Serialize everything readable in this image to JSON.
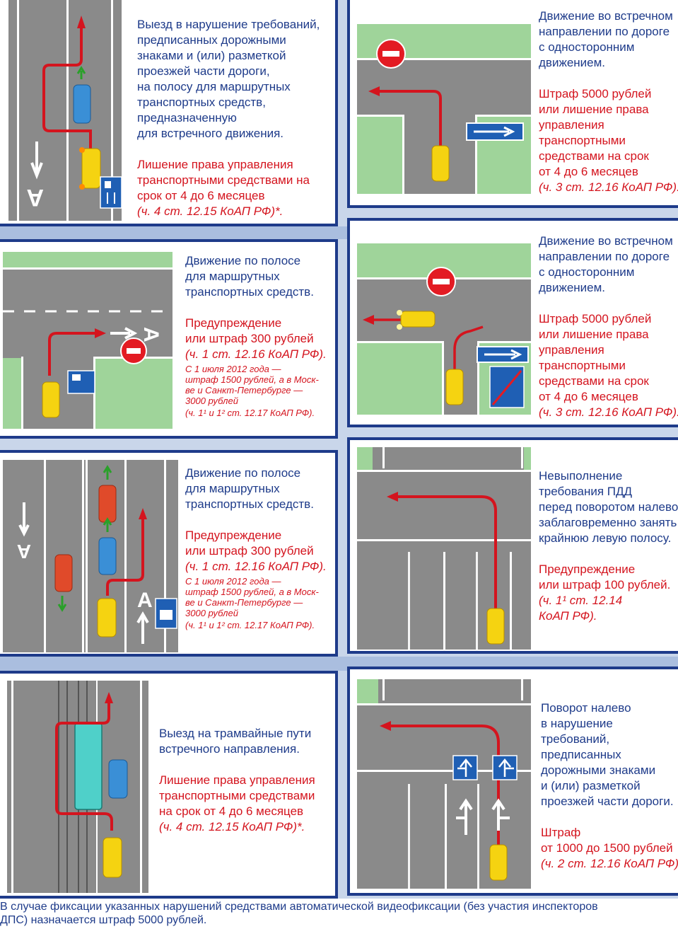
{
  "panels": {
    "p1": {
      "desc": "Выезд в нарушение требований,\nпредписанных дорожными\nзнаками и (или) разметкой\nпроезжей части дороги,\nна полосу для маршрутных\nтранспортных средств,\nпредназначенную\nдля встречного движения.",
      "penalty": "Лишение права управления\nтранспортными средствами на\nсрок от 4 до 6 месяцев",
      "law": "(ч. 4 ст. 12.15 КоАП РФ)*."
    },
    "p2": {
      "desc": "Движение во встречном\nнаправлении по дороге\nс односторонним\nдвижением.",
      "penalty": "Штраф 5000 рублей\nили лишение права\nуправления\nтранспортными\nсредствами на срок\nот 4 до 6 месяцев",
      "law": "(ч. 3 ст. 12.16 КоАП РФ)."
    },
    "p3": {
      "desc": "Движение по полосе\nдля маршрутных\nтранспортных средств.",
      "penalty": "Предупреждение\nили штраф 300 рублей",
      "law": "(ч. 1 ст. 12.16 КоАП РФ).",
      "note": "С 1 июля 2012 года —\nштраф 1500 рублей, а в Моск-\nве и Санкт-Петербурге —\n3000 рублей",
      "note_law": "(ч. 1¹ и 1² ст. 12.17 КоАП РФ)."
    },
    "p4": {
      "desc": "Движение во встречном\nнаправлении по дороге\nс односторонним\nдвижением.",
      "penalty": "Штраф 5000 рублей\nили лишение права\nуправления\nтранспортными\nсредствами на срок\nот 4 до 6 месяцев",
      "law": "(ч. 3 ст. 12.16 КоАП РФ)."
    },
    "p5": {
      "desc": "Движение по полосе\nдля маршрутных\nтранспортных средств.",
      "penalty": "Предупреждение\nили штраф 300 рублей",
      "law": "(ч. 1 ст. 12.16 КоАП РФ).",
      "note": "С 1 июля 2012 года —\nштраф 1500 рублей, а в Моск-\nве и Санкт-Петербурге —\n3000 рублей",
      "note_law": "(ч. 1¹ и 1² ст. 12.17 КоАП РФ)."
    },
    "p6": {
      "desc": "Невыполнение\nтребования ПДД\nперед поворотом налево\nзаблаговременно занять\nкрайнюю левую полосу.",
      "penalty": "Предупреждение\nили штраф 100 рублей.",
      "law": "(ч. 1¹ ст. 12.14\nКоАП РФ)."
    },
    "p7": {
      "desc": "Выезд на трамвайные пути\nвстречного направления.",
      "penalty": "Лишение права управления\nтранспортными средствами\nна срок от 4 до 6 месяцев",
      "law": "(ч. 4 ст. 12.15 КоАП РФ)*."
    },
    "p8": {
      "desc": "Поворот налево\nв нарушение\nтребований,\nпредписанных\nдорожными знаками\nи (или) разметкой\nпроезжей части дороги.",
      "penalty": "Штраф\nот 1000 до 1500 рублей",
      "law": "(ч. 2 ст. 12.16 КоАП РФ)."
    }
  },
  "footer": "В случае фиксации указанных нарушений средствами автоматической видеофиксации (без участия инспекторов\nДПС) назначается штраф 5000 рублей.",
  "colors": {
    "frame": "#1e3b8a",
    "text_blue": "#1e3b8a",
    "text_red": "#d4141e",
    "road": "#8a8a8a",
    "grass": "#9fd49a",
    "route": "#d4141e",
    "car_yellow": "#f5d311",
    "car_blue": "#3a8fd6",
    "car_red": "#e04a2a",
    "tram": "#4fd0c9"
  },
  "icons": [
    "no-entry-sign-icon",
    "one-way-sign-icon",
    "bus-lane-sign-icon",
    "lane-direction-sign-icon",
    "end-of-lane-sign-icon"
  ]
}
